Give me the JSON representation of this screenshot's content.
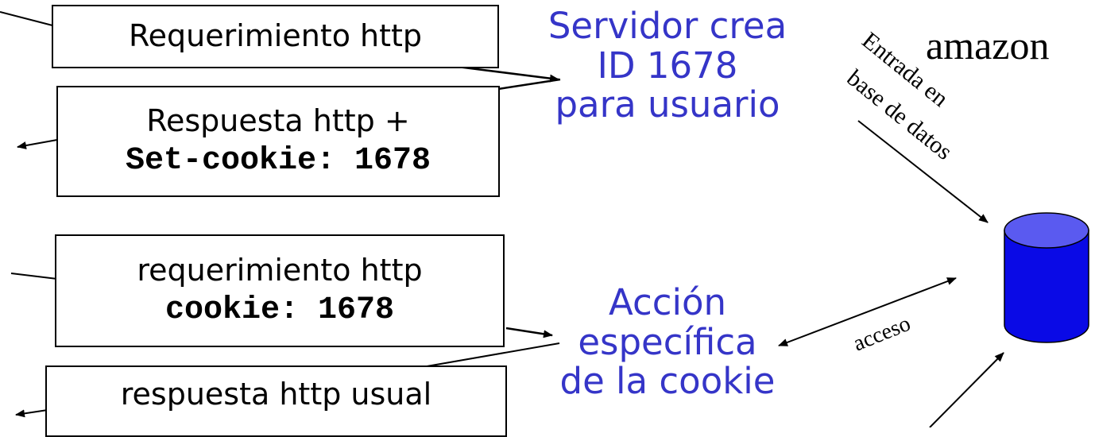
{
  "colors": {
    "server_text": "#3535c8",
    "db_fill": "#0a0ae6",
    "db_top": "#5a5af0",
    "line": "#000000"
  },
  "boxes": {
    "req1": {
      "line1": "Requerimiento http"
    },
    "resp1": {
      "line1": "Respuesta http +",
      "line2": "Set-cookie: 1678"
    },
    "req2": {
      "line1": "requerimiento http",
      "line2": "cookie: 1678"
    },
    "resp2": {
      "line1": "respuesta http usual"
    }
  },
  "server": {
    "creates_id": {
      "line1": "Servidor crea",
      "line2": "ID 1678",
      "line3": "para usuario"
    },
    "cookie_action": {
      "line1": "Acción",
      "line2": "específica",
      "line3": "de la cookie"
    }
  },
  "amazon": {
    "label": "amazon",
    "db_entry": {
      "line1": "Entrada en",
      "line2": "base de datos"
    },
    "access": "acceso",
    "database_icon": "database-cylinder-icon"
  }
}
